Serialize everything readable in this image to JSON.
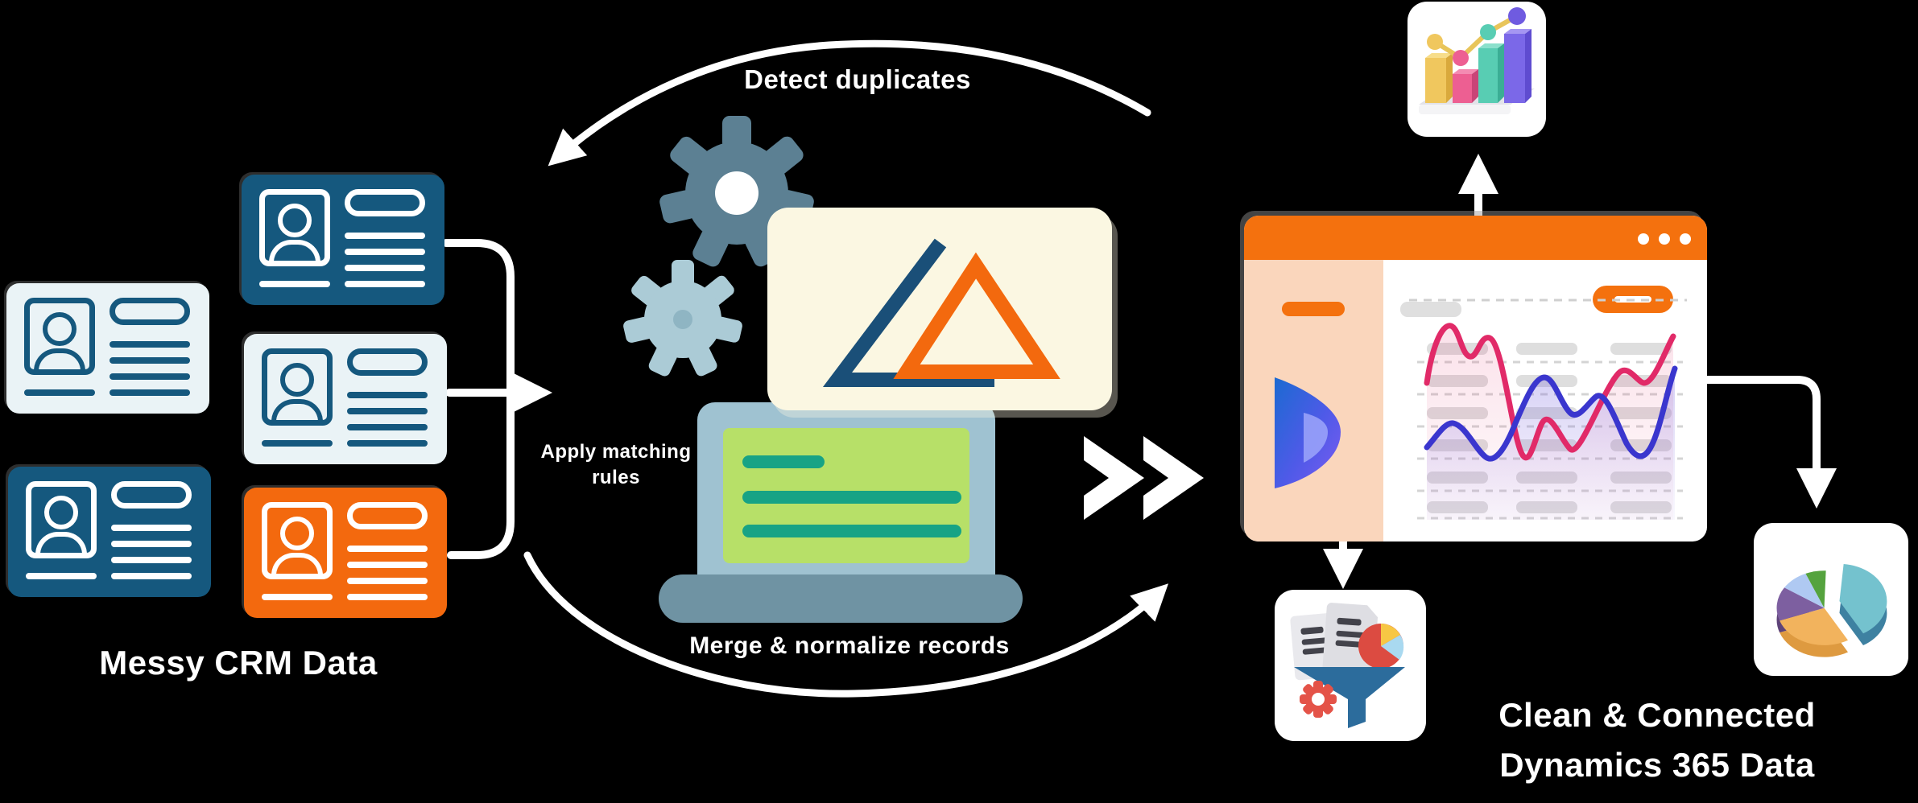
{
  "labels": {
    "messy_crm_data": "Messy CRM Data",
    "detect_duplicates": "Detect duplicates",
    "merge_normalize": "Merge & normalize records",
    "rule_line1": "Apply matching",
    "rule_line2": "rules",
    "clean_line1": "Clean & Connected",
    "clean_line2": "Dynamics 365 Data"
  },
  "input_cards": [
    {
      "variant": "dark-blue"
    },
    {
      "variant": "light"
    },
    {
      "variant": "light"
    },
    {
      "variant": "dark-blue"
    },
    {
      "variant": "orange"
    }
  ],
  "icons": [
    "contact-card-icon",
    "user-avatar-icon",
    "gear-icon",
    "laptop-icon",
    "speech-bubble-icon",
    "triangle-logo-icon",
    "double-chevron-right-icon",
    "dynamics-365-logo-icon",
    "bar-chart-3d-icon",
    "data-funnel-icon",
    "pie-chart-3d-icon",
    "line-chart-icon",
    "window-dots-icon",
    "arrow-icon"
  ],
  "colors": {
    "bg": "#000000",
    "dark_blue": "#15587E",
    "light_card": "#EAF3F6",
    "orange": "#F3690E",
    "accent_orange": "#F4710E",
    "sidebar_peach": "#FAD6BC",
    "gear_dark": "#5C8093",
    "gear_light": "#ABCBD6",
    "laptop_body": "#9FC2D1",
    "laptop_base": "#6F93A3",
    "screen_green": "#B7E068",
    "screen_line": "#17A385",
    "bubble_cream": "#FBF7E2",
    "logo_blue": "#1A4F78",
    "chart_pink": "#E12A68",
    "chart_blue": "#3A36CE"
  }
}
